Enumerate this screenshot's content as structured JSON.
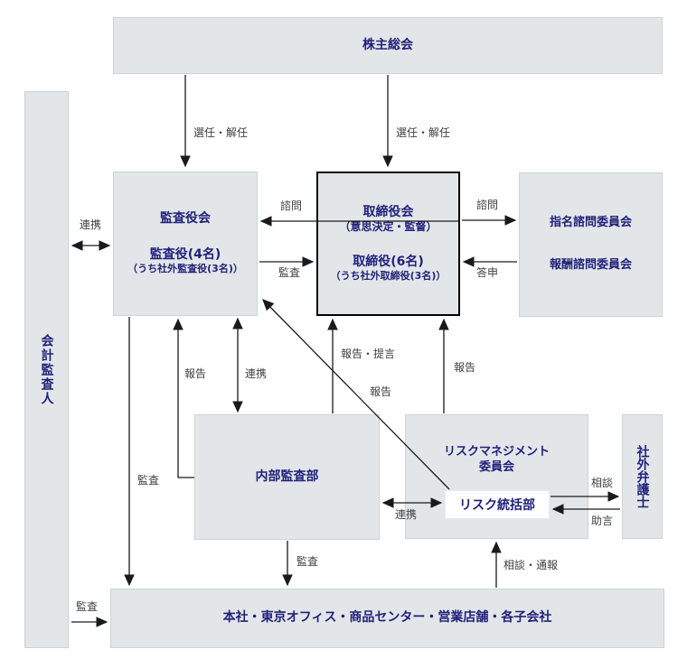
{
  "colors": {
    "box_fill": "#e2e6e8",
    "box_border": "#ccd2d6",
    "highlight_border": "#000000",
    "box_text": "#21217a",
    "arrow_label_text": "#3f3f3f",
    "arrow_line": "#1a1a1a",
    "background": "#ffffff"
  },
  "boxes": {
    "shareholders": {
      "title": "株主総会"
    },
    "accounting_auditor": {
      "title": "会計監査人"
    },
    "audit_board": {
      "title": "監査役会",
      "members": "監査役(4名)",
      "note": "（うち社外監査役(3名)）"
    },
    "board_of_directors": {
      "title": "取締役会",
      "subtitle": "（意思決定・監督）",
      "members": "取締役(6名)",
      "note": "（うち社外取締役(3名)）"
    },
    "advisory_committees": {
      "line1": "指名諮問委員会",
      "line2": "報酬諮問委員会"
    },
    "internal_audit": {
      "title": "内部監査部"
    },
    "risk_committee": {
      "title_line1": "リスクマネジメント",
      "title_line2": "委員会",
      "inner_unit": "リスク統括部"
    },
    "external_lawyer": {
      "title": "社外弁護士"
    },
    "offices": {
      "title": "本社・東京オフィス・商品センター・営業店舗・各子会社"
    }
  },
  "labels": {
    "appoint_dismiss_left": "選任・解任",
    "appoint_dismiss_right": "選任・解任",
    "coop_accounting_auditor": "連携",
    "consultation_to_audit_board": "諮問",
    "audit_to_directors": "監査",
    "consultation_to_committees": "諮問",
    "report_back": "答申",
    "audit_board_audit_down": "監査",
    "report_internal_to_audit_board": "報告",
    "coop_internal_audit_board": "連携",
    "report_proposal": "報告・提言",
    "report_diagonal": "報告",
    "report_risk_to_directors": "報告",
    "coop_internal_risk": "連携",
    "consult_lawyer": "相談",
    "advice_from_lawyer": "助言",
    "consult_whistleblow": "相談・通報",
    "audit_internal_down": "監査",
    "audit_accounting_to_offices": "監査"
  }
}
